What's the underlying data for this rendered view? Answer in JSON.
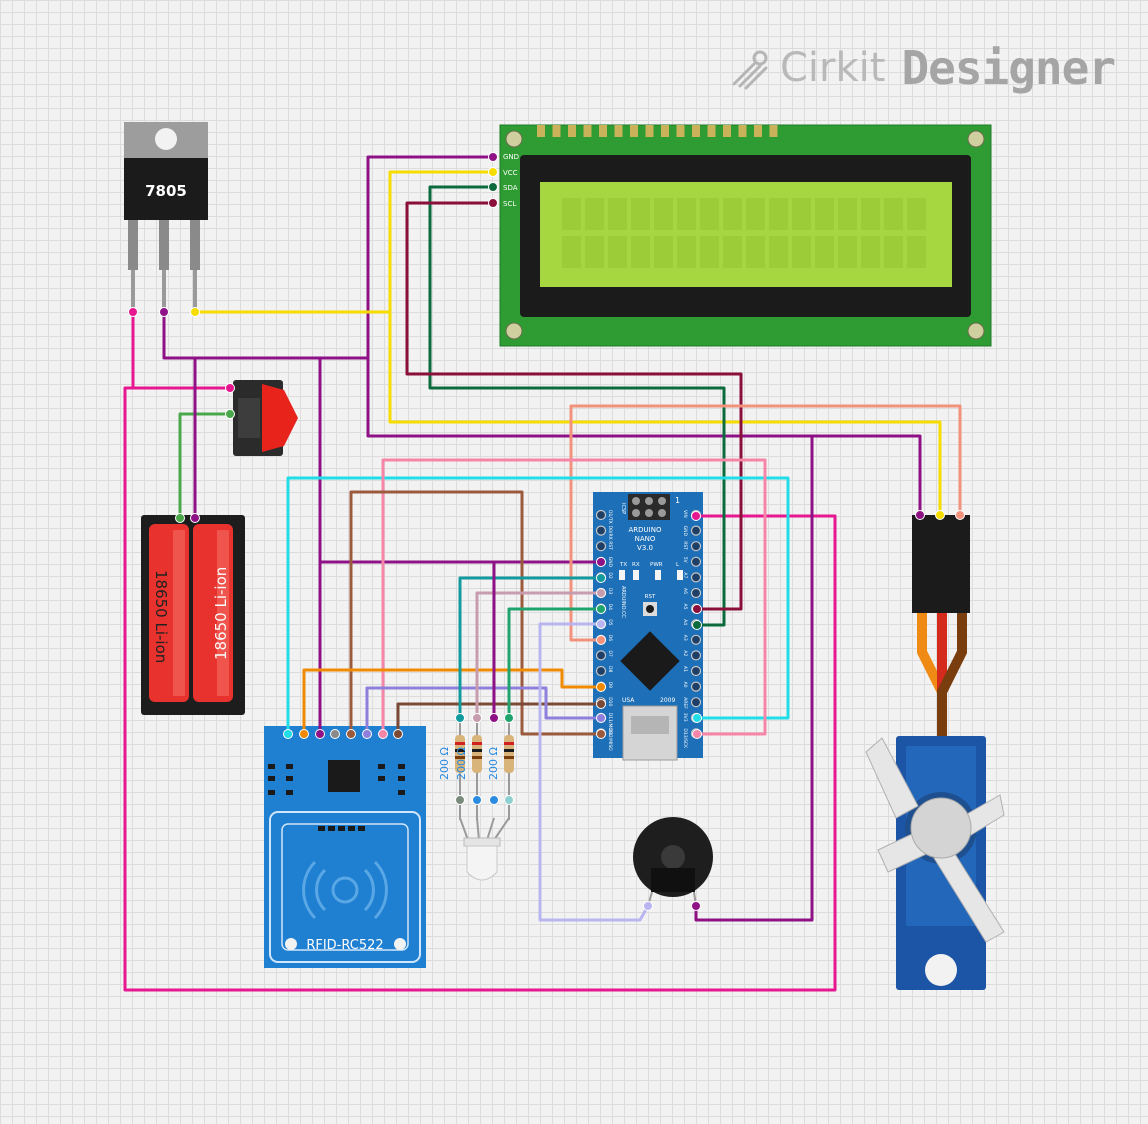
{
  "brand": {
    "name_light": "Cirkit",
    "name_bold": "Designer"
  },
  "components": {
    "regulator": {
      "label": "7805"
    },
    "lcd": {
      "pins": [
        "GND",
        "VCC",
        "SDA",
        "SCL"
      ],
      "screen_color": "#a6d640"
    },
    "battery": {
      "cell1": "18650 Li-ion",
      "cell2": "18650 Li-ion"
    },
    "rfid": {
      "label": "RFID-RC522"
    },
    "arduino": {
      "title": "ARDUINO",
      "subtitle": "NANO",
      "version": "V3.0",
      "icsp": "ICSP",
      "one": "1",
      "tx": "TX",
      "rx": "RX",
      "pwr": "PWR",
      "l": "L",
      "rst": "RST",
      "cc": "ARDUINO.CC",
      "usa": "USA",
      "year": "2009",
      "left_pins": [
        "D1/TX",
        "D0/RX",
        "RST",
        "GND",
        "D2",
        "D3",
        "D4",
        "D5",
        "D6",
        "D7",
        "D8",
        "D9",
        "D10",
        "D11/MOSI",
        "D12/MISO"
      ],
      "right_pins": [
        "VIN",
        "GND",
        "RST",
        "5V",
        "A7",
        "A6",
        "A5",
        "A4",
        "A3",
        "A2",
        "A1",
        "A0",
        "AREF",
        "3V3",
        "D13/SCK"
      ]
    },
    "resistors": [
      {
        "label": "200 Ω"
      },
      {
        "label": "200 Ω"
      },
      {
        "label": "200 Ω"
      }
    ]
  },
  "colors": {
    "magenta": "#e6178f",
    "purple": "#8e1186",
    "yellow": "#f7dc00",
    "dark_green": "#0b6b3c",
    "maroon": "#8a0f3a",
    "salmon": "#f2917c",
    "cyan": "#21dde8",
    "pink": "#f586a7",
    "brown": "#9c5a3c",
    "teal": "#129a9e",
    "mauve": "#c79cae",
    "green": "#21a36e",
    "lavender": "#b8b5f0",
    "orange": "#f08a00",
    "violet": "#8d7fdb"
  }
}
